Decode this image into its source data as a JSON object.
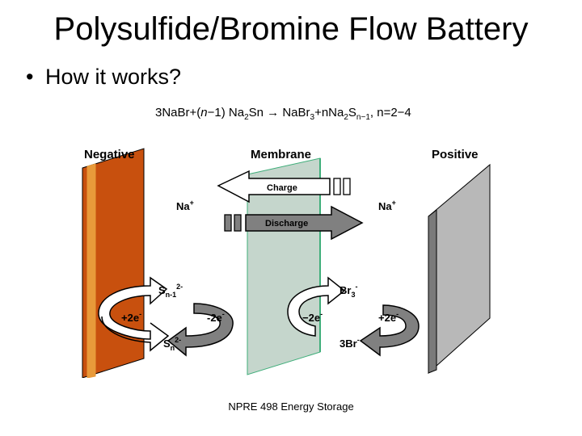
{
  "title": "Polysulfide/Bromine Flow Battery",
  "bullet": {
    "symbol": "•",
    "text": "How it works?"
  },
  "equation": {
    "t1": "3NaBr+(",
    "n_italic": "n",
    "t2": "−1) Na",
    "s1": "2",
    "t3": "Sn  ",
    "arrow": "→",
    "t4": " NaBr",
    "s2": "3",
    "t5": "+nNa",
    "s3": "2",
    "t6": "S",
    "s4": "n−1",
    "t7": ",  n=2−4"
  },
  "diagram": {
    "negative_label": "Negative",
    "membrane_label": "Membrane",
    "positive_label": "Positive",
    "charge_label": "Charge",
    "discharge_label": "Discharge",
    "na_left": "Na",
    "na_right": "Na",
    "na_sup": "+",
    "neg_top_species": "S",
    "neg_top_sub": "n-1",
    "neg_top_sup": "2-",
    "neg_bottom_species": "S",
    "neg_bottom_sub": "n",
    "neg_bottom_sup": "2-",
    "neg_electrons_left": "+2e",
    "neg_electrons_right": "-2e",
    "electron_sup": "-",
    "pos_top_species": "Br",
    "pos_top_sub": "3",
    "pos_top_sup": "-",
    "pos_bottom_species": "3Br",
    "pos_bottom_sup": "-",
    "pos_electrons_left": "−2e",
    "pos_electrons_right": "+2e",
    "colors": {
      "negative_electrode": "#c8500e",
      "negative_edge": "#e89a3a",
      "membrane": "#c5d6cc",
      "membrane_edge": "#3fae7a",
      "positive_electrode": "#b8b8b8",
      "positive_edge": "#7a7a7a",
      "arrow_gray": "#808080"
    }
  },
  "footer": "NPRE 498 Energy Storage"
}
